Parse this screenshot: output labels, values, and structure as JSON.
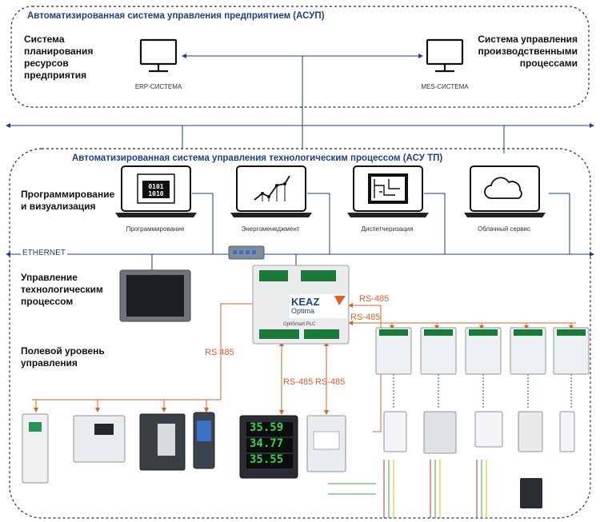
{
  "asup": {
    "title": "Автоматизированная система управления предприятием (АСУП)",
    "left_label": "Система планирования ресурсов предприятия",
    "right_label": "Система управления производственными процессами",
    "erp_caption": "ERP-СИСТЕМА",
    "mes_caption": "MES-СИСТЕМА"
  },
  "asutp": {
    "title": "Автоматизированная система управления технологическим процессом (АСУ ТП)",
    "prog_label": "Программирование и визуализация",
    "laptops": [
      {
        "caption": "Программирование",
        "icon": "binary-code-icon"
      },
      {
        "caption": "Энергоменеджмент",
        "icon": "line-chart-icon"
      },
      {
        "caption": "Диспетчеризация",
        "icon": "scheme-icon"
      },
      {
        "caption": "Облачный сервис",
        "icon": "cloud-icon"
      }
    ],
    "ethernet": "ETHERNET",
    "tech_label": "Управление технологическим процессом",
    "field_label": "Полевой уровень управления"
  },
  "plc": {
    "brand": "KEAZ",
    "brand2": "Optima",
    "model": "OptiSmart PLC"
  },
  "meters": [
    "35.59",
    "34.77",
    "35.55"
  ],
  "rs485": "RS-485",
  "rs485_field": "RS 485",
  "colors": {
    "blue": "#1f3f8a",
    "orange": "#e0602a",
    "green": "#3aa845",
    "red": "#d9282f",
    "yellow": "#e6c200"
  }
}
